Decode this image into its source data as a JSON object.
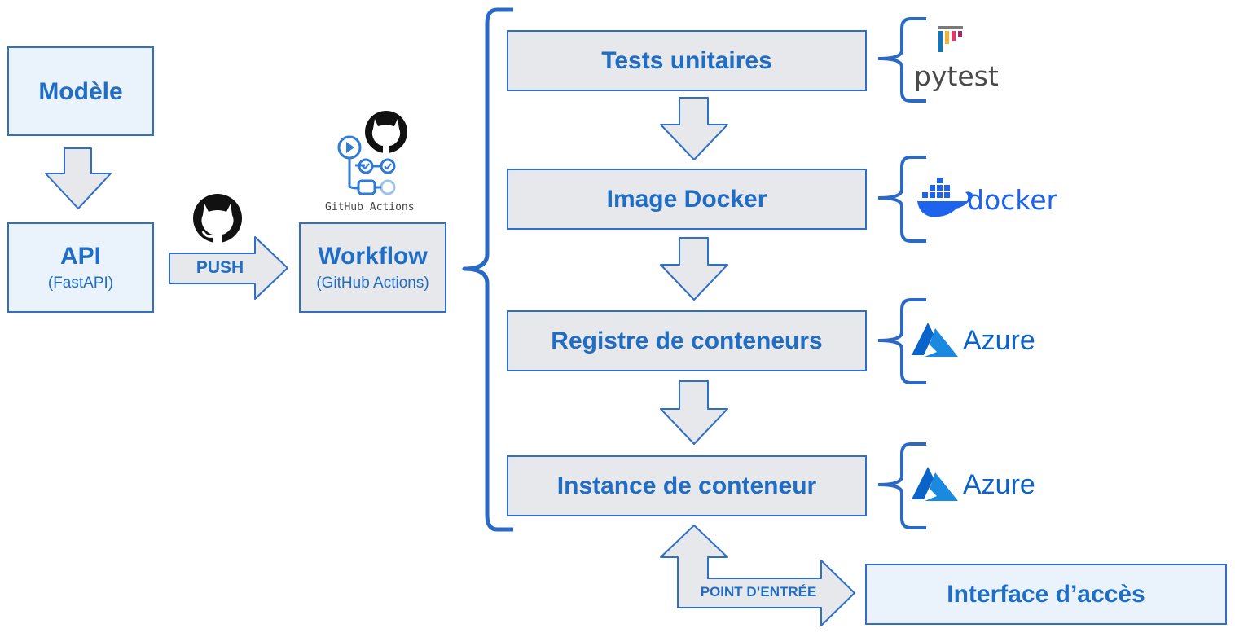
{
  "left": {
    "modele": {
      "title": "Modèle"
    },
    "api": {
      "title": "API",
      "subtitle": "(FastAPI)"
    },
    "push_label": "PUSH",
    "workflow": {
      "title": "Workflow",
      "subtitle": "(GitHub Actions)"
    },
    "gh_actions_caption": "GitHub Actions"
  },
  "pipeline": {
    "steps": [
      {
        "title": "Tests unitaires",
        "tool": "pytest"
      },
      {
        "title": "Image Docker",
        "tool": "docker"
      },
      {
        "title": "Registre de conteneurs",
        "tool": "Azure"
      },
      {
        "title": "Instance de conteneur",
        "tool": "Azure"
      }
    ]
  },
  "entry_point_label": "POINT D’ENTRÉE",
  "interface": {
    "title": "Interface d’accès"
  },
  "icons": [
    "github-icon",
    "github-actions-icon",
    "pytest-icon",
    "docker-icon",
    "azure-icon"
  ],
  "colors": {
    "accent": "#1f6dc4",
    "box_light": "#eaf2fb",
    "box_grey": "#e6e8eb",
    "arrow_fill": "#e6e8eb"
  }
}
